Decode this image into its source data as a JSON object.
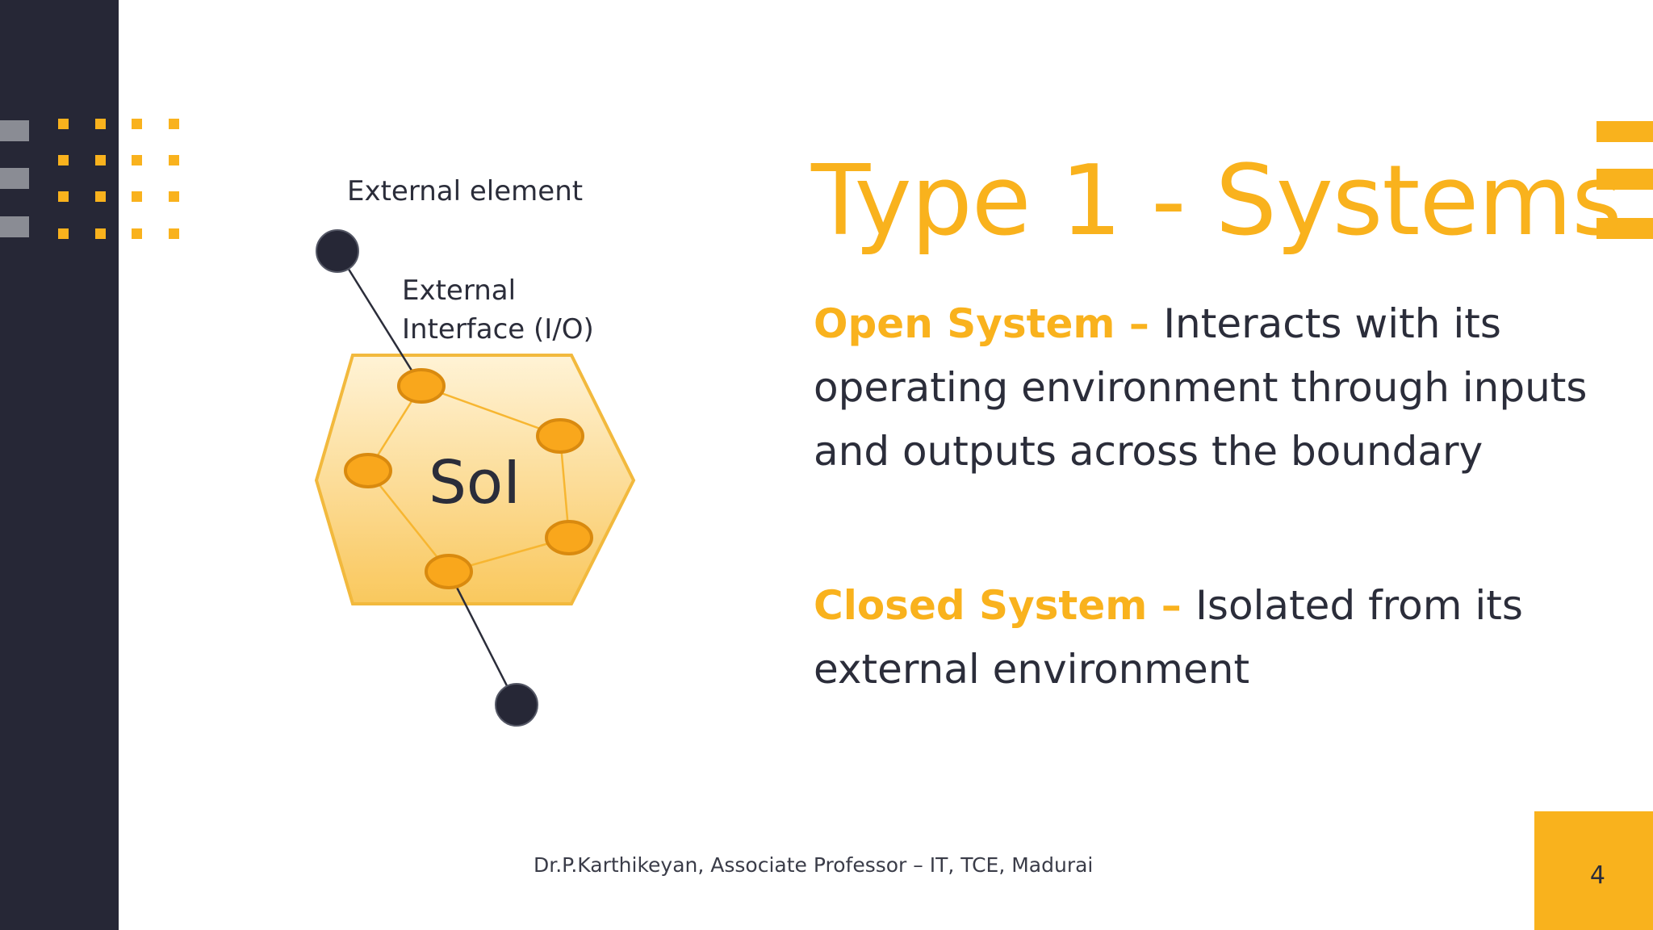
{
  "slide": {
    "title": "Type 1 - Systems",
    "page_number": "4",
    "footer": "Dr.P.Karthikeyan, Associate Professor – IT, TCE, Madurai"
  },
  "points": [
    {
      "lead": "Open System – ",
      "text": "Interacts with its operating environment through inputs and outputs across the boundary"
    },
    {
      "lead": "Closed System – ",
      "text": "Isolated from its external environment"
    }
  ],
  "diagram": {
    "external_element_label": "External element",
    "interface_label_line1": "External",
    "interface_label_line2": "Interface (I/O)",
    "center_label": "SoI"
  },
  "colors": {
    "accent": "#f9b21d",
    "dark": "#262736",
    "gray": "#8a8c94"
  }
}
